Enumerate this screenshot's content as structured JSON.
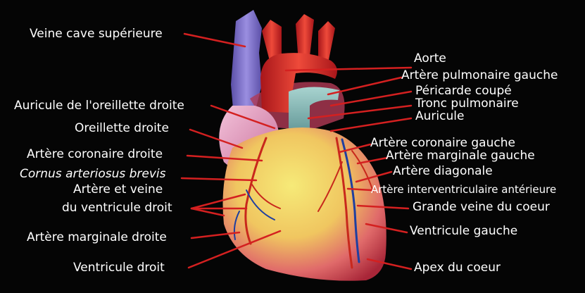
{
  "labels": {
    "veine_cave_superieure": "Veine cave supérieure",
    "auricule_oreillette_droite": "Auricule de l'oreillette droite",
    "oreillette_droite": "Oreillette droite",
    "artere_coronaire_droite": "Artère coronaire droite",
    "cornus_arteriosus_brevis": "Cornus arteriosus brevis",
    "artere_veine_ventricule_l1": "Artère et veine",
    "artere_veine_ventricule_l2": "du ventricule droit",
    "artere_marginale_droite": "Artère marginale droite",
    "ventricule_droit": "Ventricule droit",
    "aorte": "Aorte",
    "artere_pulmonaire_gauche": "Artère pulmonaire gauche",
    "pericarde_coupe": "Péricarde coupé",
    "tronc_pulmonaire": "Tronc pulmonaire",
    "auricule": "Auricule",
    "artere_coronaire_gauche": "Artère coronaire gauche",
    "artere_marginale_gauche": "Artère marginale gauche",
    "artere_diagonale": "Artère diagonale",
    "artere_interventriculaire": "Artère interventriculaire antérieure",
    "grande_veine_du_coeur": "Grande veine du coeur",
    "ventricule_gauche": "Ventricule gauche",
    "apex_du_coeur": "Apex du coeur"
  },
  "colors": {
    "background": "#050505",
    "label_text": "#ffffff",
    "leader_line": "#d42020",
    "vena_cava": "#7c6fc8",
    "aorta": "#d42a25",
    "pulmonary": "#7fb3b3",
    "atrium": "#e7a3c4",
    "ventricle_core": "#f2e060",
    "ventricle_edge": "#c23246",
    "artery": "#c8281c",
    "vein": "#1f3fa0"
  }
}
